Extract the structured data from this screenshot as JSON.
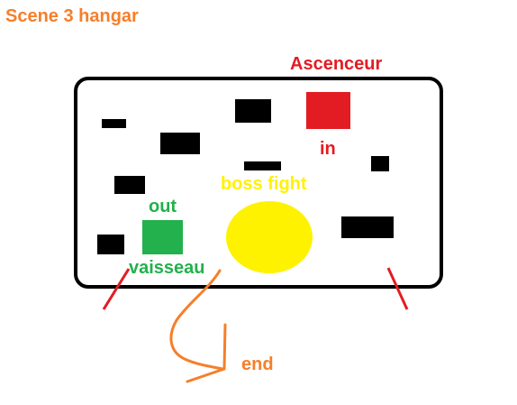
{
  "title": "Scene 3 hangar",
  "labels": {
    "ascenseur": "Ascenceur",
    "in": "in",
    "out": "out",
    "vaisseau": "vaisseau",
    "boss_fight": "boss fight",
    "end": "end"
  },
  "colors": {
    "title": "#f57f2a",
    "ascenseur": "#e31c23",
    "in": "#e31c23",
    "out": "#22b14c",
    "vaisseau": "#22b14c",
    "boss_fight": "#fff200",
    "end": "#f57f2a",
    "obstacle": "#000000",
    "outline": "#000000",
    "leg": "#e31c23",
    "path": "#f57f2a"
  }
}
